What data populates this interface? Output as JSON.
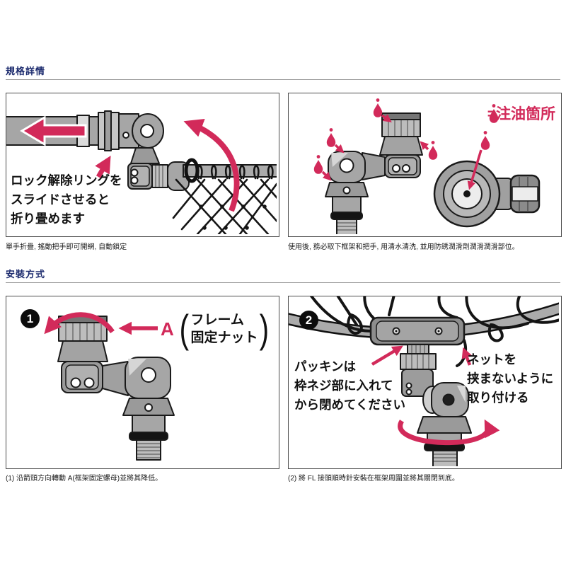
{
  "colors": {
    "accent": "#d22a5a",
    "heading": "#1c2b6e",
    "panel_border": "#4c4c4c",
    "diagram_gray": "#a6a6a6",
    "net_black": "#141414"
  },
  "icons": {
    "oil_drop": "teardrop-with-dot",
    "step_badges": [
      "1",
      "2"
    ]
  },
  "sections": {
    "specs": {
      "title": "規格詳情",
      "fold_panel": {
        "note_lines": [
          "ロック解除リングを",
          "スライドさせると",
          "折り畳めます"
        ],
        "caption": "單手折疊, 搖動把手即可開網, 自動鎖定"
      },
      "oil_panel": {
        "legend": "=注油箇所",
        "caption": "使用後, 務必取下框架和把手, 用清水清洗, 並用防銹潤滑劑潤滑潤滑部位。"
      }
    },
    "install": {
      "title": "安裝方式",
      "step1": {
        "badge": "1",
        "part_label": "A",
        "part_name_lines": [
          "フレーム",
          "固定ナット"
        ],
        "caption": "(1) 沿箭頭方向轉動 A(框架固定螺母)並將其降低。"
      },
      "step2": {
        "badge": "2",
        "packing_note_lines": [
          "パッキンは",
          "枠ネジ部に入れて",
          "から閉めてください"
        ],
        "net_note_lines": [
          "ネットを",
          "挟まないように",
          "取り付ける"
        ],
        "caption": "(2) 將 FL 接頭順時針安裝在框架周圍並將其關閉到底。"
      }
    }
  }
}
